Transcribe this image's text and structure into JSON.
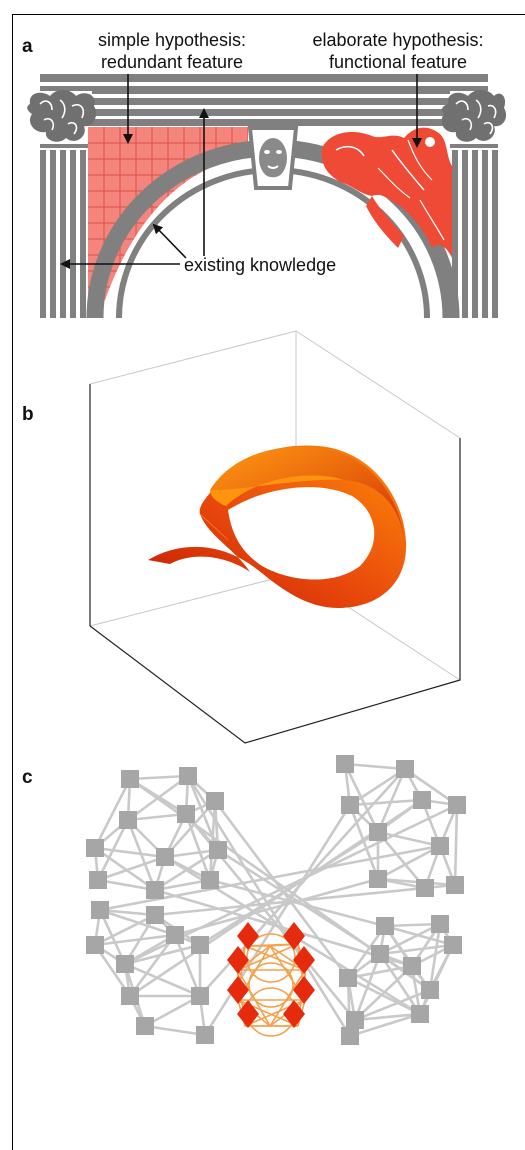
{
  "panels": {
    "a": {
      "letter": "a",
      "label_simple_line1": "simple hypothesis:",
      "label_simple_line2": "redundant feature",
      "label_elaborate_line1": "elaborate hypothesis:",
      "label_elaborate_line2": "functional feature",
      "label_existing": "existing knowledge"
    },
    "b": {
      "letter": "b"
    },
    "c": {
      "letter": "c"
    }
  },
  "colors": {
    "stone": "#808080",
    "stone_dark": "#6e6e6e",
    "redundant_fill": "#f4847c",
    "functional_red": "#ee4a36",
    "surface_dark": "#c21a06",
    "surface_light": "#ff8c0a",
    "node_gray": "#a6a6a6",
    "edge_gray": "#c9c9c9",
    "core_red": "#e62a0d",
    "core_edge": "#f5a04a"
  }
}
